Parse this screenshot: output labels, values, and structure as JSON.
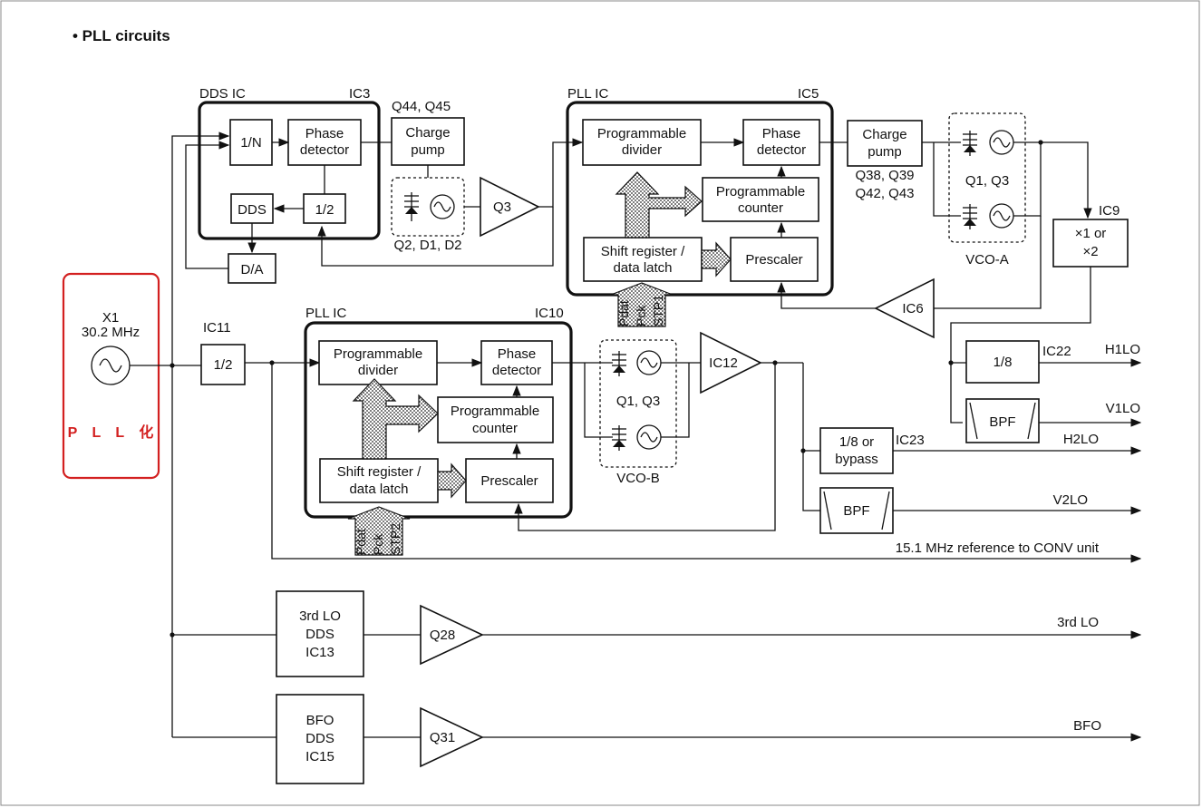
{
  "title": "• PLL circuits",
  "ic_labels": {
    "dds_ic": "DDS IC",
    "ic3": "IC3",
    "pll_ic_top": "PLL IC",
    "ic5": "IC5",
    "pll_ic_bottom": "PLL IC",
    "ic10": "IC10",
    "ic9": "IC9",
    "ic11": "IC11",
    "ic22": "IC22",
    "ic23": "IC23"
  },
  "blocks": {
    "one_n": "1/N",
    "phase_detector_1": "Phase",
    "phase_detector_2": "detector",
    "charge_pump_1": "Charge",
    "charge_pump_2": "pump",
    "dds": "DDS",
    "half": "1/2",
    "da": "D/A",
    "q3": "Q3",
    "prog_divider_1": "Programmable",
    "prog_divider_2": "divider",
    "prog_counter_1": "Programmable",
    "prog_counter_2": "counter",
    "shift_reg_1": "Shift register /",
    "shift_reg_2": "data latch",
    "prescaler": "Prescaler",
    "x1_or_1": "×1 or",
    "x1_or_2": "×2",
    "ic6": "IC6",
    "ic12": "IC12",
    "one_eighth": "1/8",
    "bpf": "BPF",
    "one_eighth_or_1": "1/8 or",
    "one_eighth_or_2": "bypass",
    "third_lo_1": "3rd LO",
    "third_lo_2": "DDS",
    "third_lo_3": "IC13",
    "bfo_1": "BFO",
    "bfo_2": "DDS",
    "bfo_3": "IC15",
    "q28": "Q28",
    "q31": "Q31"
  },
  "transistors": {
    "q44_q45": "Q44, Q45",
    "q2_d1_d2": "Q2, D1, D2",
    "q38_q39": "Q38, Q39",
    "q42_q43": "Q42, Q43",
    "q1_q3_a": "Q1, Q3",
    "q1_q3_b": "Q1, Q3"
  },
  "vco": {
    "a": "VCO-A",
    "b": "VCO-B"
  },
  "oscillator": {
    "name": "X1",
    "freq": "30.2 MHz",
    "note": "P L L 化"
  },
  "serial_pins": [
    "Pdat",
    "Pck",
    "STP1",
    "STP2"
  ],
  "outputs": {
    "h1lo": "H1LO",
    "v1lo": "V1LO",
    "h2lo": "H2LO",
    "v2lo": "V2LO",
    "ref": "15.1 MHz reference to CONV unit",
    "third_lo": "3rd LO",
    "bfo": "BFO"
  },
  "colors": {
    "highlight": "#d32020",
    "line": "#111111"
  }
}
